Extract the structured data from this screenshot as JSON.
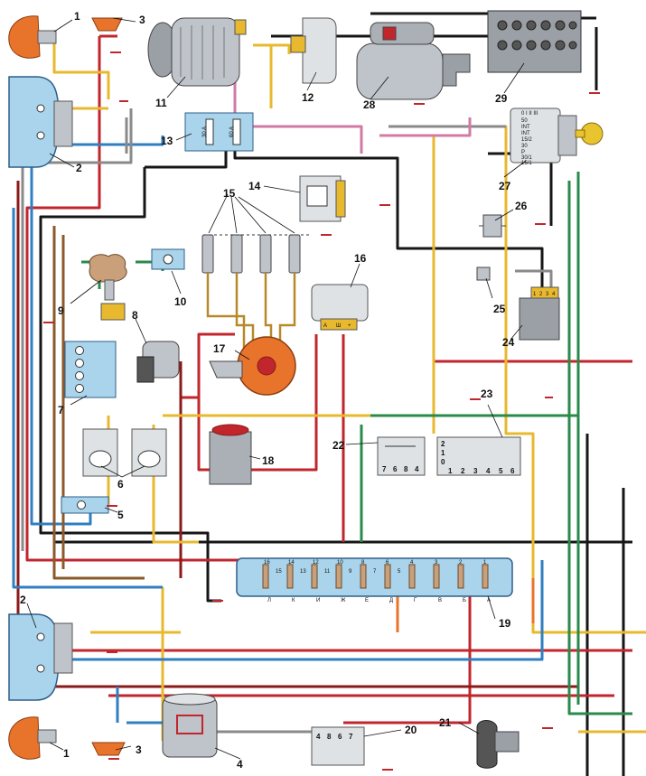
{
  "callouts": {
    "c1a": "1",
    "c1b": "1",
    "c2a": "2",
    "c2b": "2",
    "c3a": "3",
    "c3b": "3",
    "c4": "4",
    "c5": "5",
    "c6": "6",
    "c7": "7",
    "c8": "8",
    "c9": "9",
    "c10": "10",
    "c11": "11",
    "c12": "12",
    "c13": "13",
    "c14": "14",
    "c15": "15",
    "c16": "16",
    "c17": "17",
    "c18": "18",
    "c19": "19",
    "c20": "20",
    "c21": "21",
    "c22": "22",
    "c23": "23",
    "c24": "24",
    "c25": "25",
    "c26": "26",
    "c27": "27",
    "c28": "28",
    "c29": "29"
  },
  "fuse_block_13": {
    "f1": "30 A",
    "f2": "60 A"
  },
  "ignition_switch_27": {
    "rows": [
      "50",
      "INT",
      "INT",
      "15/2",
      "30",
      "P",
      "30/1",
      "15/1"
    ],
    "top": "0 I II III"
  },
  "relay_22": {
    "pins": [
      "7",
      "6",
      "8",
      "4"
    ]
  },
  "relay_23": {
    "pins": [
      "1",
      "2",
      "3",
      "4",
      "5",
      "6"
    ],
    "marks": [
      "2",
      "1",
      "0"
    ]
  },
  "relay_20": {
    "pins": [
      "4",
      "8",
      "6",
      "7"
    ]
  },
  "fuse_box_19": {
    "top": [
      "16",
      "15",
      "14",
      "13",
      "12",
      "11",
      "10",
      "9",
      "8",
      "7",
      "6",
      "5",
      "4",
      "3",
      "2",
      "1"
    ],
    "letters": [
      "Л",
      "К",
      "И",
      "Ж",
      "Е",
      "Д",
      "Г",
      "В",
      "Б",
      "А"
    ]
  },
  "regulator_16": {
    "pins": [
      "A",
      "Ш",
      "+"
    ]
  },
  "unit_24": {
    "pins": [
      "1",
      "2",
      "3",
      "4"
    ]
  },
  "colors": {
    "red": "#c0262c",
    "dark_red": "#8b1a1a",
    "yellow": "#e8b92e",
    "black": "#161616",
    "blue": "#2f7fc1",
    "green": "#2a8a4a",
    "grey": "#8a8a8a",
    "pink": "#d27aa4",
    "brown": "#8b5a2b",
    "orange": "#e8742c",
    "component": "#bfc4ca",
    "light_blue": "#a9d4ec"
  }
}
